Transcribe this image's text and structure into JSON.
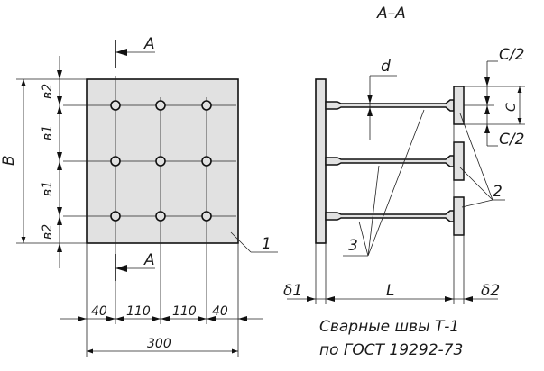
{
  "section_title": "А–А",
  "labels": {
    "section_a_top": "А",
    "section_a_bottom": "А",
    "dim_B": "В",
    "dim_v2_top": "в2",
    "dim_v1_upper": "в1",
    "dim_v1_lower": "в1",
    "dim_v2_bottom": "в2",
    "dim_d": "d",
    "dim_c": "С",
    "dim_c_half_top": "С/2",
    "dim_c_half_bottom": "С/2",
    "dim_L": "L",
    "dim_delta1": "δ1",
    "dim_delta2": "δ2",
    "callout_1": "1",
    "callout_2": "2",
    "callout_3": "3"
  },
  "dimensions": {
    "d40_left": "40",
    "d110_left": "110",
    "d110_right": "110",
    "d40_right": "40",
    "total": "300"
  },
  "note": {
    "line1": "Сварные швы Т-1",
    "line2": "по ГОСТ 19292-73"
  }
}
